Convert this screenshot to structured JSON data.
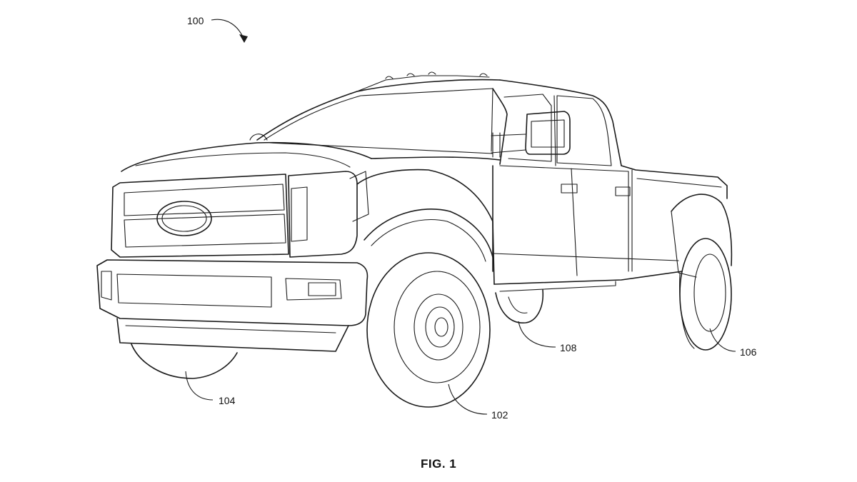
{
  "figure": {
    "caption": "FIG. 1",
    "refs": {
      "assembly": "100",
      "front_wheel": "102",
      "other_front_wheel": "104",
      "rear_wheel": "106",
      "rear_inner_wheel": "108"
    }
  }
}
